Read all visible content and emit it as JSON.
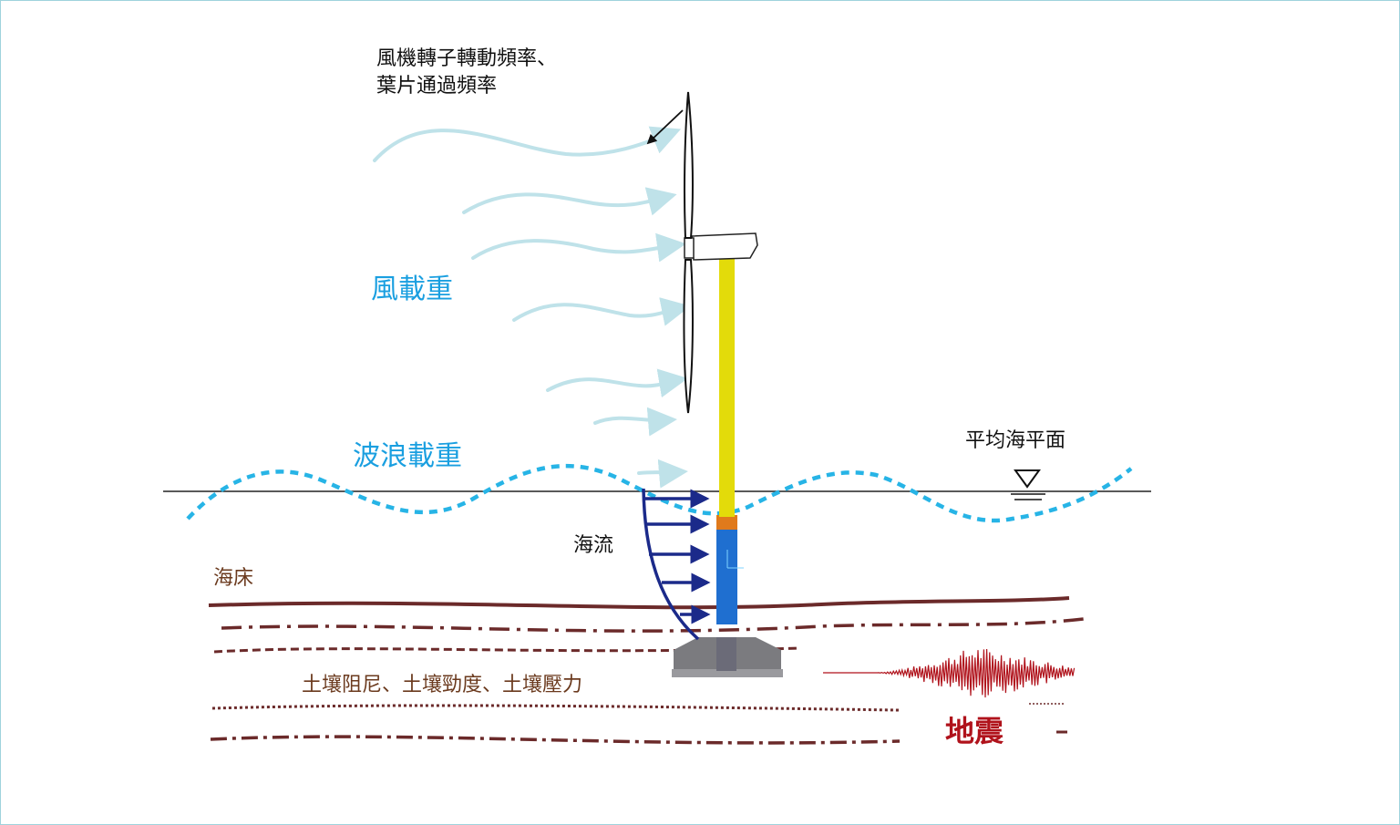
{
  "labels": {
    "rotor_freq_line1": "風機轉子轉動頻率、",
    "rotor_freq_line2": "葉片通過頻率",
    "wind_load": "風載重",
    "wave_load": "波浪載重",
    "mean_sea_level": "平均海平面",
    "current": "海流",
    "seabed": "海床",
    "soil": "土壤阻尼、土壤勁度、土壤壓力",
    "earthquake": "地震"
  },
  "colors": {
    "wind": "#bfe2e9",
    "wave": "#27b4e6",
    "current": "#1b2a8a",
    "tower_upper": "#e3db0a",
    "transition": "#e07a1c",
    "monopile": "#1f6fd0",
    "foundation": "#7b7b7f",
    "soil_lines": "#6b2a2a",
    "earthquake": "#b0121b"
  }
}
